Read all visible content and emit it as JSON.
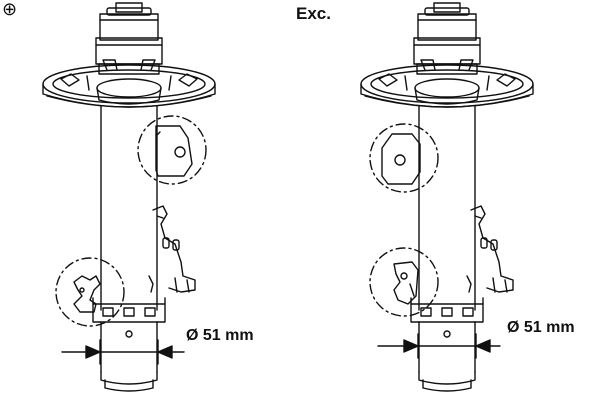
{
  "header": {
    "side_symbol": "⊕",
    "exception_label": "Exc."
  },
  "dimensions": {
    "left_diameter": "Ø 51 mm",
    "right_diameter": "Ø 51 mm"
  },
  "colors": {
    "line": "#111111",
    "background": "#ffffff"
  }
}
